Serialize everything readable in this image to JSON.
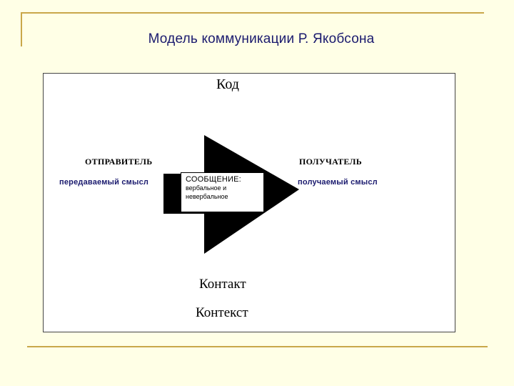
{
  "slide": {
    "title": "Модель коммуникации Р. Якобсона"
  },
  "diagram": {
    "code_label": "Код",
    "sender": {
      "label": "ОТПРАВИТЕЛЬ",
      "meaning": "передаваемый смысл"
    },
    "receiver": {
      "label": "ПОЛУЧАТЕЛЬ",
      "meaning": "получаемый смысл"
    },
    "message": {
      "title": "СООБЩЕНИЕ:",
      "subtitle": "вербальное и невербальное"
    },
    "contact_label": "Контакт",
    "context_label": "Контекст"
  },
  "colors": {
    "background": "#ffffe6",
    "rule": "#c9a74a",
    "title_text": "#1a1a6e",
    "arrow_fill": "#000000",
    "frame_fill": "#ffffff"
  }
}
